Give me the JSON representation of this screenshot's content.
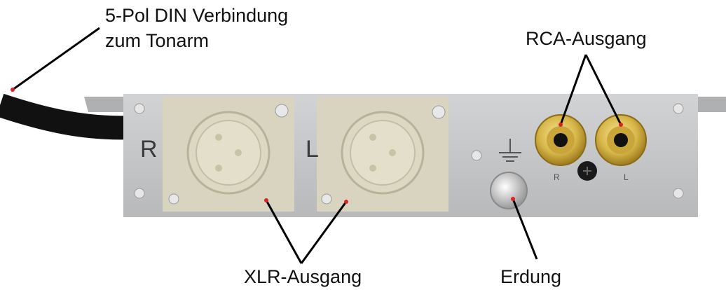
{
  "callouts": {
    "din_line1": "5-Pol DIN Verbindung",
    "din_line2": "zum Tonarm",
    "rca": "RCA-Ausgang",
    "xlr": "XLR-Ausgang",
    "ground": "Erdung"
  },
  "panel_labels": {
    "xlr_right": "R",
    "xlr_left": "L",
    "rca_right": "R",
    "rca_left": "L"
  },
  "colors": {
    "panel": "#c9cacc",
    "xlr_plate": "#d8d4c0",
    "rca_gold": "#d9b84a",
    "leader_line": "#000000",
    "leader_dot": "#e02020"
  }
}
